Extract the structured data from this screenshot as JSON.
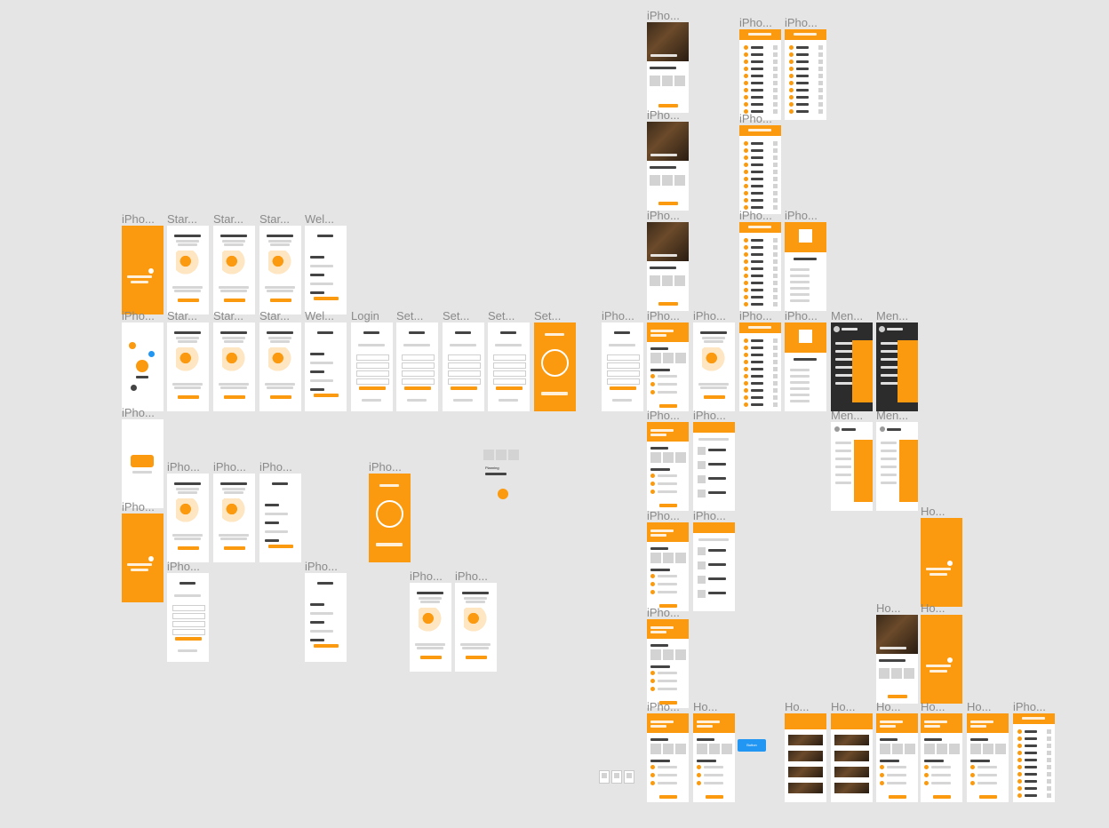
{
  "frames": [
    {
      "label": "iPho...",
      "style": "photo"
    },
    {
      "label": "iPho...",
      "style": "list"
    },
    {
      "label": "iPho...",
      "style": "list"
    },
    {
      "label": "iPho...",
      "style": "photo"
    },
    {
      "label": "iPho...",
      "style": "list"
    },
    {
      "label": "iPho...",
      "style": "photo"
    },
    {
      "label": "iPho...",
      "style": "list"
    },
    {
      "label": "iPho...",
      "style": "profile"
    },
    {
      "label": "iPho...",
      "style": "orange"
    },
    {
      "label": "Star...",
      "style": "illus"
    },
    {
      "label": "Star...",
      "style": "illus"
    },
    {
      "label": "Star...",
      "style": "illus"
    },
    {
      "label": "Wel...",
      "style": "text"
    },
    {
      "label": "iPho...",
      "style": "splash"
    },
    {
      "label": "Star...",
      "style": "illus"
    },
    {
      "label": "Star...",
      "style": "illus"
    },
    {
      "label": "Star...",
      "style": "illus"
    },
    {
      "label": "Wel...",
      "style": "text"
    },
    {
      "label": "Login",
      "style": "form"
    },
    {
      "label": "Set...",
      "style": "form"
    },
    {
      "label": "Set...",
      "style": "form"
    },
    {
      "label": "Set...",
      "style": "form"
    },
    {
      "label": "Set...",
      "style": "ring"
    },
    {
      "label": "iPho...",
      "style": "form"
    },
    {
      "label": "iPho...",
      "style": "home"
    },
    {
      "label": "iPho...",
      "style": "illus"
    },
    {
      "label": "iPho...",
      "style": "list"
    },
    {
      "label": "iPho...",
      "style": "profile"
    },
    {
      "label": "Men...",
      "style": "dark"
    },
    {
      "label": "Men...",
      "style": "dark"
    },
    {
      "label": "iPho...",
      "style": "logo"
    },
    {
      "label": "iPho...",
      "style": "home"
    },
    {
      "label": "iPho...",
      "style": "plan"
    },
    {
      "label": "Men...",
      "style": "menu"
    },
    {
      "label": "Men...",
      "style": "menu"
    },
    {
      "label": "iPho...",
      "style": "orange"
    },
    {
      "label": "iPho...",
      "style": "illus"
    },
    {
      "label": "iPho...",
      "style": "illus"
    },
    {
      "label": "iPho...",
      "style": "text"
    },
    {
      "label": "iPho...",
      "style": "ring"
    },
    {
      "label": "iPho...",
      "style": "home"
    },
    {
      "label": "iPho...",
      "style": "plan"
    },
    {
      "label": "Ho...",
      "style": "orange"
    },
    {
      "label": "iPho...",
      "style": "form"
    },
    {
      "label": "iPho...",
      "style": "text"
    },
    {
      "label": "iPho...",
      "style": "illus"
    },
    {
      "label": "iPho...",
      "style": "illus"
    },
    {
      "label": "iPho...",
      "style": "home"
    },
    {
      "label": "Ho...",
      "style": "photo"
    },
    {
      "label": "Ho...",
      "style": "orange"
    },
    {
      "label": "iPho...",
      "style": "home"
    },
    {
      "label": "Ho...",
      "style": "home"
    },
    {
      "label": "Ho...",
      "style": "feed"
    },
    {
      "label": "Ho...",
      "style": "feed"
    },
    {
      "label": "Ho...",
      "style": "home"
    },
    {
      "label": "Ho...",
      "style": "home"
    },
    {
      "label": "Ho...",
      "style": "home"
    },
    {
      "label": "iPho...",
      "style": "list"
    }
  ],
  "widgets": {
    "blue_button": "Button",
    "sticker_label": "Planning",
    "mini_cards": [
      "",
      "",
      ""
    ]
  },
  "colors": {
    "canvas": "#e5e5e5",
    "accent": "#fb9a0e",
    "dark": "#2c2c2c",
    "blue": "#2196f3"
  }
}
